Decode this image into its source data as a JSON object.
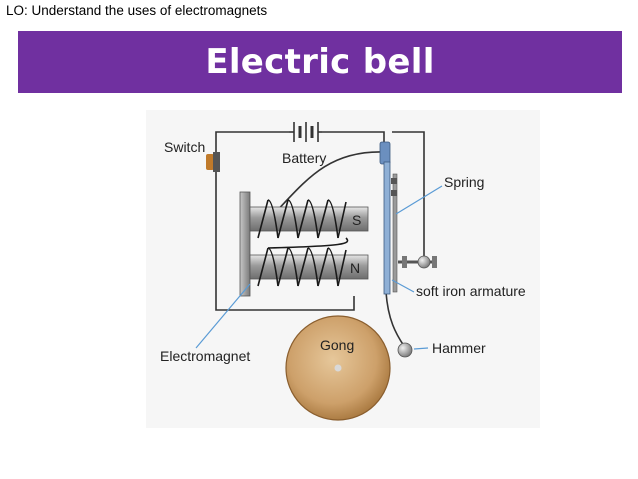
{
  "header": {
    "objective": "LO: Understand the uses of electromagnets",
    "title": "Electric bell"
  },
  "diagram": {
    "labels": {
      "switch": "Switch",
      "battery": "Battery",
      "spring": "Spring",
      "pole_s": "S",
      "pole_n": "N",
      "armature": "soft iron armature",
      "electromagnet": "Electromagnet",
      "gong": "Gong",
      "hammer": "Hammer"
    }
  }
}
